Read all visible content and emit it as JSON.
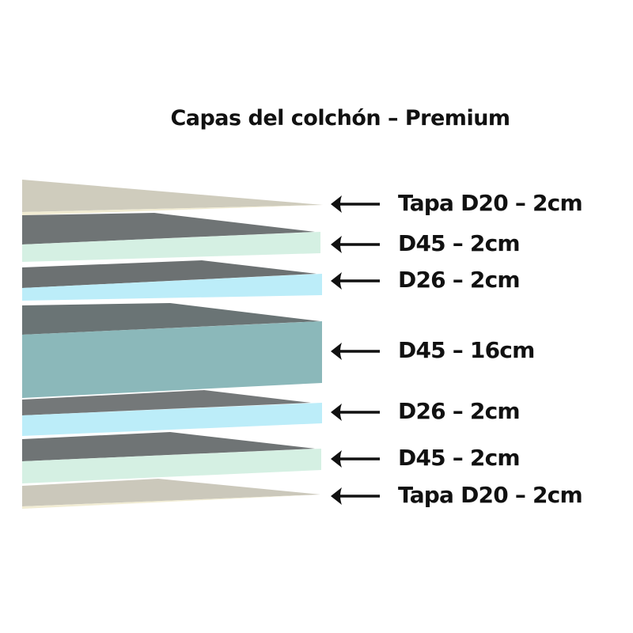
{
  "title": "Capas del colchón – Premium",
  "layers": [
    {
      "label": "Tapa D20 – 2cm",
      "density": "D20",
      "thickness_cm": 2,
      "kind": "cover",
      "top_color": "#cfccbd",
      "side_color": "#f3efd6"
    },
    {
      "label": "D45 – 2cm",
      "density": "D45",
      "thickness_cm": 2,
      "kind": "foam",
      "top_color": "#6e7374",
      "side_color": "#d6f1e4"
    },
    {
      "label": "D26 – 2cm",
      "density": "D26",
      "thickness_cm": 2,
      "kind": "foam",
      "top_color": "#6c7172",
      "side_color": "#bdeefa"
    },
    {
      "label": "D45 – 16cm",
      "density": "D45",
      "thickness_cm": 16,
      "kind": "core",
      "top_color": "#6b7576",
      "side_color": "#8cb9bb"
    },
    {
      "label": "D26 – 2cm",
      "density": "D26",
      "thickness_cm": 2,
      "kind": "foam",
      "top_color": "#737778",
      "side_color": "#bdeefa"
    },
    {
      "label": "D45 – 2cm",
      "density": "D45",
      "thickness_cm": 2,
      "kind": "foam",
      "top_color": "#6e7374",
      "side_color": "#d6f1e4"
    },
    {
      "label": "Tapa D20 – 2cm",
      "density": "D20",
      "thickness_cm": 2,
      "kind": "cover",
      "top_color": "#cbc8bb",
      "side_color": "#f3efd6"
    }
  ],
  "arrow_icon": "left-arrow-icon"
}
